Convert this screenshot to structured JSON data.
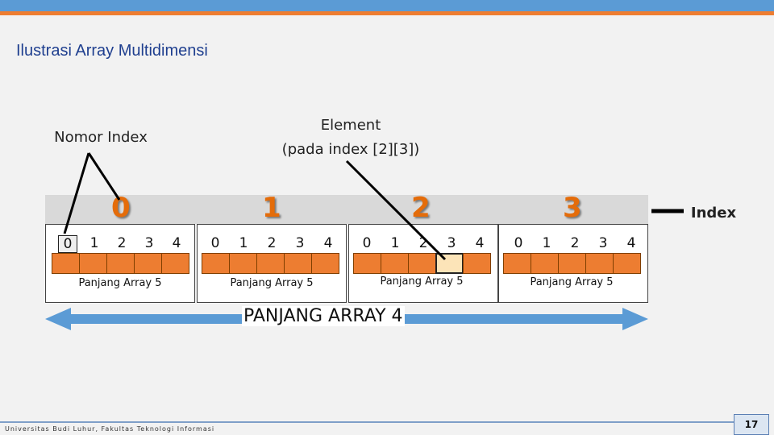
{
  "slide": {
    "title": "Ilustrasi Array Multidimensi",
    "footer": "Universitas Budi Luhur, Fakultas Teknologi Informasi",
    "page_number": "17"
  },
  "labels": {
    "nomor_index": "Nomor Index",
    "element_line1": "Element",
    "element_line2": "(pada index [2][3])",
    "index": "Index",
    "panjang_total": "PANJANG ARRAY 4"
  },
  "rows": [
    {
      "index": "0",
      "sub_indices": [
        "0",
        "1",
        "2",
        "3",
        "4"
      ],
      "length_label": "Panjang Array 5"
    },
    {
      "index": "1",
      "sub_indices": [
        "0",
        "1",
        "2",
        "3",
        "4"
      ],
      "length_label": "Panjang Array 5"
    },
    {
      "index": "2",
      "sub_indices": [
        "0",
        "1",
        "2",
        "3",
        "4"
      ],
      "length_label": "Panjang Array 5"
    },
    {
      "index": "3",
      "sub_indices": [
        "0",
        "1",
        "2",
        "3",
        "4"
      ],
      "length_label": "Panjang Array 5"
    }
  ],
  "selected_element": {
    "row": 2,
    "col": 3
  },
  "colors": {
    "cell": "#ed7d31",
    "selected_cell": "#fce4b8",
    "arrow": "#5b9bd5",
    "index_digit": "#e46c0a"
  }
}
